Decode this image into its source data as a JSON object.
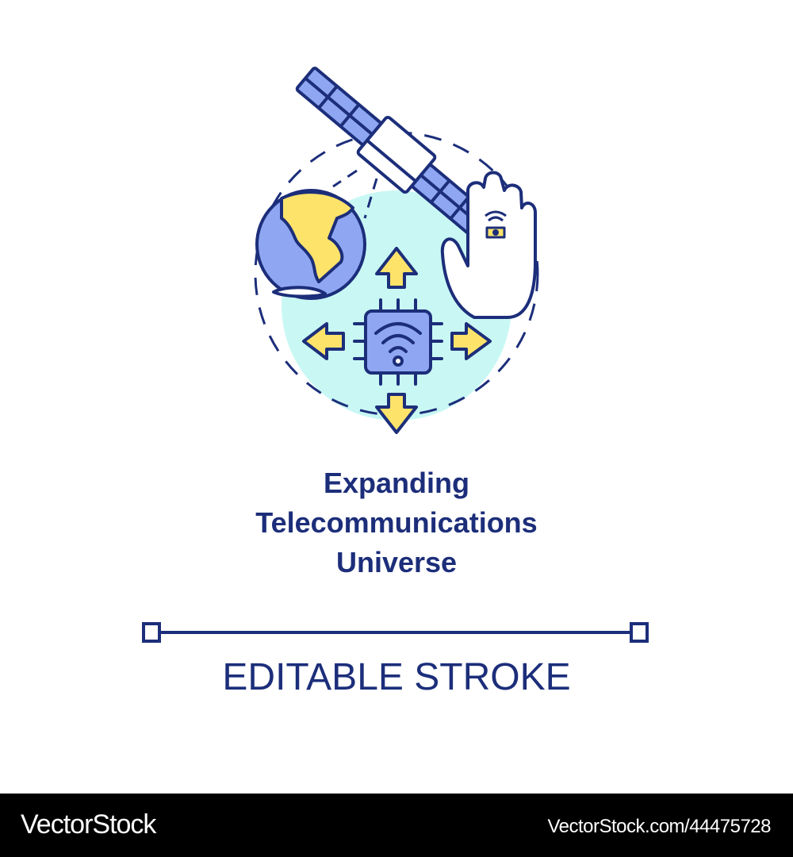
{
  "illustration": {
    "name": "telecommunications concept icon",
    "elements": [
      "satellite-icon",
      "globe-icon",
      "hand-with-ring-icon",
      "wifi-chip-icon",
      "arrow-up-icon",
      "arrow-down-icon",
      "arrow-left-icon",
      "arrow-right-icon",
      "dashed-orbit-circle"
    ],
    "colors": {
      "stroke": "#1c2e7a",
      "blue_fill": "#8fa7f2",
      "yellow_fill": "#fde36a",
      "cyan_bg": "#c9f8f4",
      "white": "#ffffff"
    }
  },
  "title": {
    "line1": "Expanding",
    "line2": "Telecommunications",
    "line3": "Universe"
  },
  "caption": "EDITABLE STROKE",
  "footer": {
    "brand": "VectorStock",
    "url": "VectorStock.com/44475728",
    "background": "#000000"
  }
}
